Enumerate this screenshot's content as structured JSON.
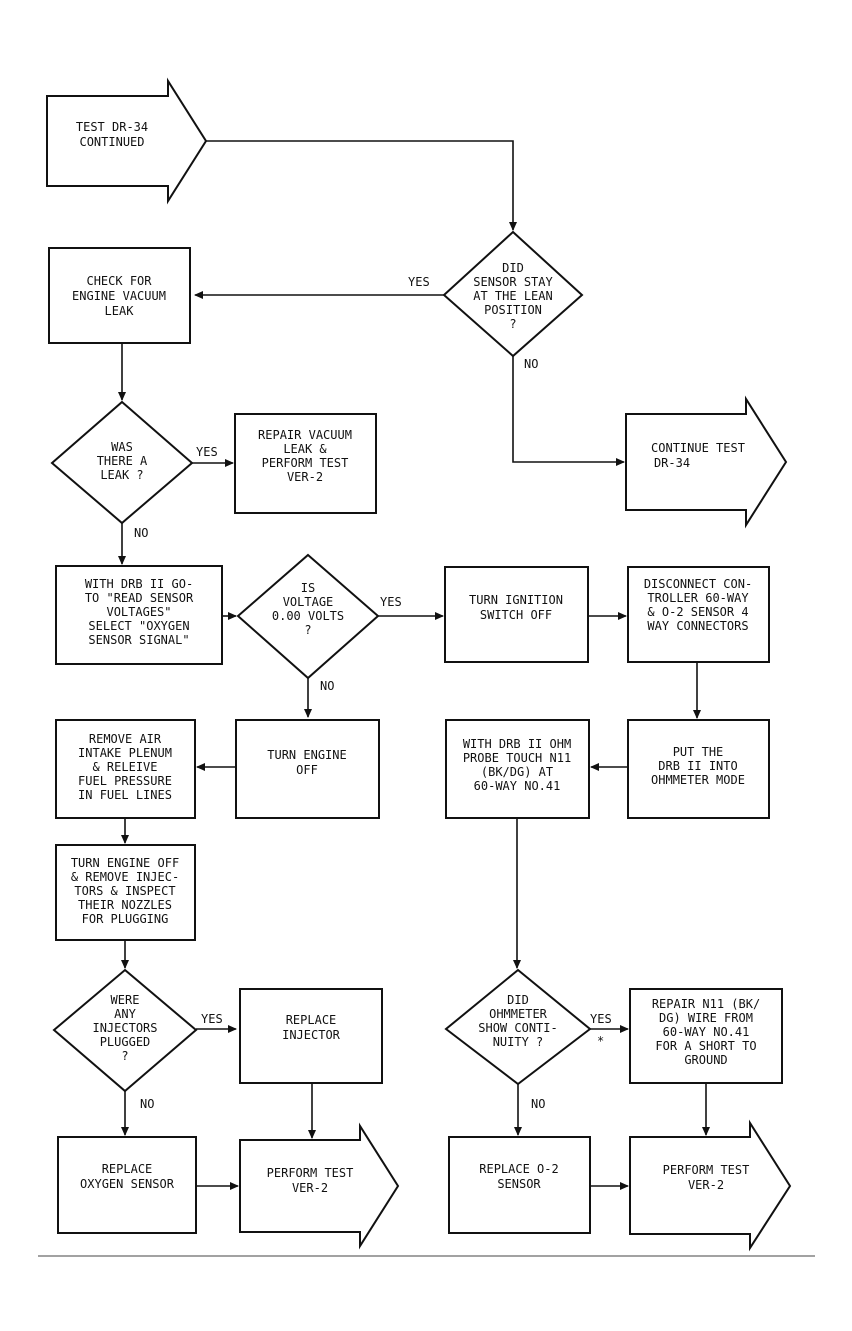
{
  "nodes": {
    "start": [
      "TEST DR-34",
      "CONTINUED"
    ],
    "did_sensor_stay": [
      "DID",
      "SENSOR STAY",
      "AT THE LEAN",
      "POSITION",
      "?"
    ],
    "check_vacuum": [
      "CHECK FOR",
      "ENGINE VACUUM",
      "LEAK"
    ],
    "continue_test": [
      "CONTINUE TEST",
      "DR-34"
    ],
    "was_leak": [
      "WAS",
      "THERE A",
      "LEAK ?"
    ],
    "repair_vacuum": [
      "REPAIR VACUUM",
      "LEAK &",
      "PERFORM TEST",
      "VER-2"
    ],
    "with_drb_read": [
      "WITH DRB II GO-",
      "TO \"READ SENSOR",
      "VOLTAGES\"",
      "SELECT \"OXYGEN",
      "SENSOR SIGNAL\""
    ],
    "is_voltage": [
      "IS",
      "VOLTAGE",
      "0.00 VOLTS",
      "?"
    ],
    "turn_ignition": [
      "TURN IGNITION",
      "SWITCH OFF"
    ],
    "disconnect": [
      "DISCONNECT CON-",
      "TROLLER 60-WAY",
      "& O-2 SENSOR 4",
      "WAY CONNECTORS"
    ],
    "remove_plenum": [
      "REMOVE AIR",
      "INTAKE PLENUM",
      "& RELEIVE",
      "FUEL PRESSURE",
      "IN FUEL LINES"
    ],
    "turn_engine_off": [
      "TURN ENGINE",
      "OFF"
    ],
    "with_ohm_probe": [
      "WITH DRB II OHM",
      "PROBE TOUCH N11",
      "(BK/DG) AT",
      "60-WAY NO.41"
    ],
    "put_drb": [
      "PUT THE",
      "DRB II INTO",
      "OHMMETER MODE"
    ],
    "remove_injectors": [
      "TURN ENGINE OFF",
      "& REMOVE INJEC-",
      "TORS & INSPECT",
      "THEIR NOZZLES",
      "FOR PLUGGING"
    ],
    "were_injectors": [
      "WERE",
      "ANY",
      "INJECTORS",
      "PLUGGED",
      "?"
    ],
    "replace_injector": [
      "REPLACE",
      "INJECTOR"
    ],
    "did_ohmmeter": [
      "DID",
      "OHMMETER",
      "SHOW CONTI-",
      "NUITY ?"
    ],
    "repair_n11": [
      "REPAIR N11 (BK/",
      "DG) WIRE FROM",
      "60-WAY NO.41",
      "FOR A SHORT TO",
      "GROUND"
    ],
    "replace_oxygen": [
      "REPLACE",
      "OXYGEN SENSOR"
    ],
    "perform_ver2_left": [
      "PERFORM TEST",
      "VER-2"
    ],
    "replace_o2": [
      "REPLACE O-2",
      "SENSOR"
    ],
    "perform_ver2_right": [
      "PERFORM TEST",
      "VER-2"
    ]
  },
  "labels": {
    "yes_sensor": "YES",
    "no_sensor": "NO",
    "yes_leak": "YES",
    "no_leak": "NO",
    "yes_voltage": "YES",
    "no_voltage": "NO",
    "yes_injectors": "YES",
    "no_injectors": "NO",
    "yes_ohmmeter": "YES",
    "no_ohmmeter": "NO",
    "asterisk": "*"
  }
}
